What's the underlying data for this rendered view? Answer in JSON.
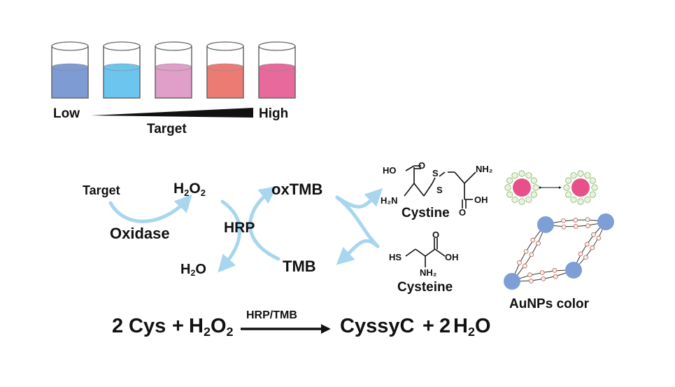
{
  "scale": {
    "low": "Low",
    "high": "High",
    "axis_label": "Target"
  },
  "beakers": [
    {
      "fill": "#7f9bd3"
    },
    {
      "fill": "#6cc5ee"
    },
    {
      "fill": "#df9fc8"
    },
    {
      "fill": "#ec7c73"
    },
    {
      "fill": "#e86a9c"
    }
  ],
  "colors": {
    "arrow": "#a7d6ee",
    "nanoparticle_pink": "#e8508a",
    "nanoparticle_blue": "#7d9fd6"
  },
  "cycle": {
    "target": "Target",
    "h2o2": {
      "main": "H",
      "sub1": "2",
      "mid": "O",
      "sub2": "2"
    },
    "oxidase": "Oxidase",
    "hrp": "HRP",
    "oxtmb": "oxTMB",
    "tmb": "TMB",
    "h2o": {
      "main": "H",
      "sub1": "2",
      "mid": "O"
    }
  },
  "molecules": {
    "cystine": {
      "name": "Cystine",
      "ho": "HO",
      "o1": "O",
      "nh2_top": "NH₂",
      "s1": "S",
      "s2": "S",
      "h2n": "H₂N",
      "o2": "O",
      "oh": "OH"
    },
    "cysteine": {
      "name": "Cysteine",
      "hs": "HS",
      "o": "O",
      "oh": "OH",
      "nh2": "NH₂"
    }
  },
  "aunps_label": "AuNPs color",
  "equation": {
    "coef1": "2",
    "cys": "Cys",
    "plus1": "+",
    "h2o2": {
      "main": "H",
      "sub1": "2",
      "mid": "O",
      "sub2": "2"
    },
    "condition": "HRP/TMB",
    "product": "CyssyC",
    "plus2": "+",
    "coef2": "2",
    "h2o": {
      "main": "H",
      "sub1": "2",
      "mid": "O"
    }
  }
}
